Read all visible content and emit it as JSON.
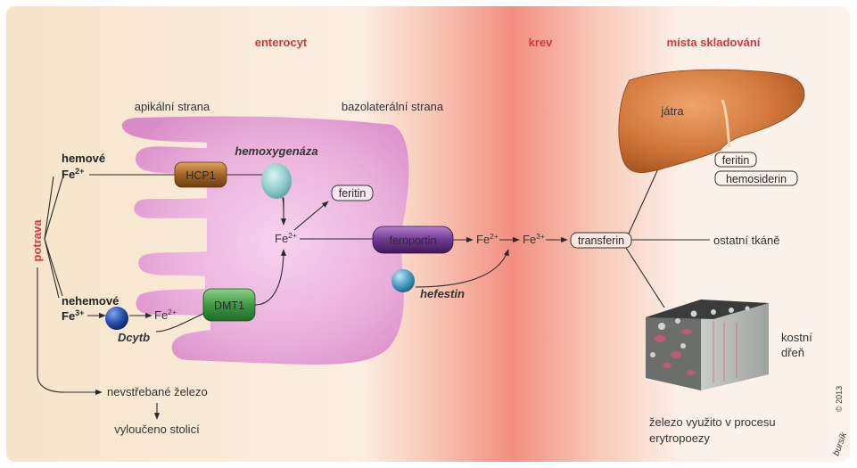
{
  "sections": {
    "enterocyte": "enterocyt",
    "blood": "krev",
    "storage": "místa skladování"
  },
  "cell_sides": {
    "apical": "apikální strana",
    "basolateral": "bazolaterální strana"
  },
  "diet": {
    "label": "potrava",
    "heme_line1": "hemové",
    "heme_ion": "Fe",
    "heme_charge": "2+",
    "nonheme_line1": "nehemové",
    "nonheme_ion": "Fe",
    "nonheme_charge": "3+"
  },
  "proteins": {
    "hcp1": "HCP1",
    "dmt1": "DMT1",
    "ferroportin": "feroportin",
    "hemoxygenase": "hemoxygenáza",
    "dcytb": "Dcytb",
    "hephaestin": "hefestin",
    "ferritin": "feritin",
    "transferrin": "transferin"
  },
  "ions": {
    "fe": "Fe",
    "fe2": "2+",
    "fe3": "3+"
  },
  "storage": {
    "liver": "játra",
    "ferritin": "feritin",
    "hemosiderin": "hemosiderin",
    "other_tissues": "ostatní tkáně",
    "bone_marrow_line1": "kostní",
    "bone_marrow_line2": "dřeň",
    "erythro_line1": "železo využito v procesu",
    "erythro_line2": "erytropoezy"
  },
  "excretion": {
    "unabsorbed": "nevstřebané železo",
    "excreted": "vyloučeno stolicí"
  },
  "credit": {
    "copyright": "© 2013",
    "signature": "bursík"
  },
  "colors": {
    "section_title": "#d6373d",
    "cell": "#e8a8d6",
    "blood": "#f28a7e",
    "background": "#f9ecdc",
    "liver": "#d0753a"
  }
}
